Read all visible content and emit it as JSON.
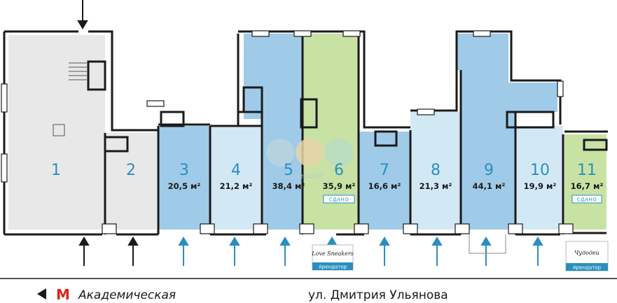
{
  "units": [
    {
      "number": "1",
      "area": "",
      "badge": ""
    },
    {
      "number": "2",
      "area": "",
      "badge": ""
    },
    {
      "number": "3",
      "area": "20,5 м²",
      "badge": ""
    },
    {
      "number": "4",
      "area": "21,2 м²",
      "badge": ""
    },
    {
      "number": "5",
      "area": "38,4 м²",
      "badge": ""
    },
    {
      "number": "6",
      "area": "35,9 м²",
      "badge": "СДАНО"
    },
    {
      "number": "7",
      "area": "16,6 м²",
      "badge": ""
    },
    {
      "number": "8",
      "area": "21,3 м²",
      "badge": ""
    },
    {
      "number": "9",
      "area": "44,1 м²",
      "badge": ""
    },
    {
      "number": "10",
      "area": "19,9 м²",
      "badge": ""
    },
    {
      "number": "11",
      "area": "16,7 м²",
      "badge": "СДАНО"
    }
  ],
  "tenants": [
    {
      "name": "Love Sneakers",
      "label": "Арендатор"
    },
    {
      "name": "Чудодеи",
      "label": "Арендатор"
    }
  ],
  "street": "ул. Дмитрия Ульянова",
  "metro": {
    "name": "Академическая",
    "letter": "М"
  },
  "watermark": "ForRetailer",
  "colors": {
    "common": "#e8e8e8",
    "blue_dark": "#9fcbe8",
    "blue_light": "#d3e8f5",
    "green": "#c8e2a4",
    "accent": "#2a8fc0",
    "metro": "#e2231a"
  }
}
